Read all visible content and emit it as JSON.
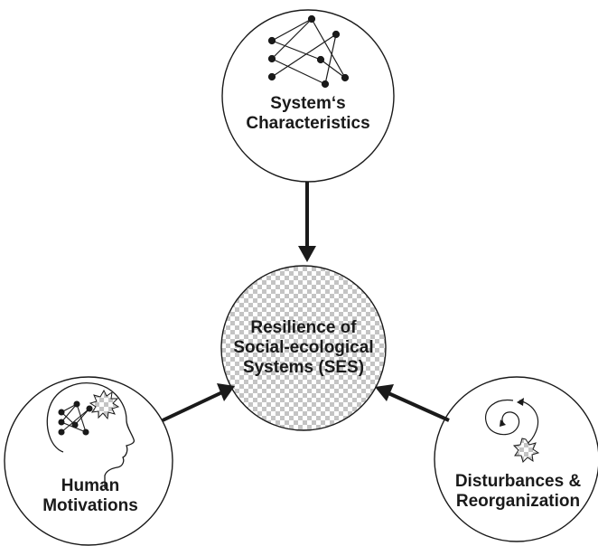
{
  "nodes": {
    "top": {
      "line1": "System‘s",
      "line2": "Characteristics"
    },
    "center": {
      "line1": "Resilience of",
      "line2": "Social-ecological",
      "line3": "Systems (SES)"
    },
    "left": {
      "line1": "Human",
      "line2": "Motivations"
    },
    "right": {
      "line1": "Disturbances &",
      "line2": "Reorganization"
    }
  },
  "colors": {
    "stroke": "#1a1a1a",
    "checker_light": "#ffffff",
    "checker_dark": "#c4c4c4"
  },
  "icons": [
    "network-icon",
    "head-network-icon",
    "spiral-disturbance-icon",
    "burst-icon"
  ]
}
